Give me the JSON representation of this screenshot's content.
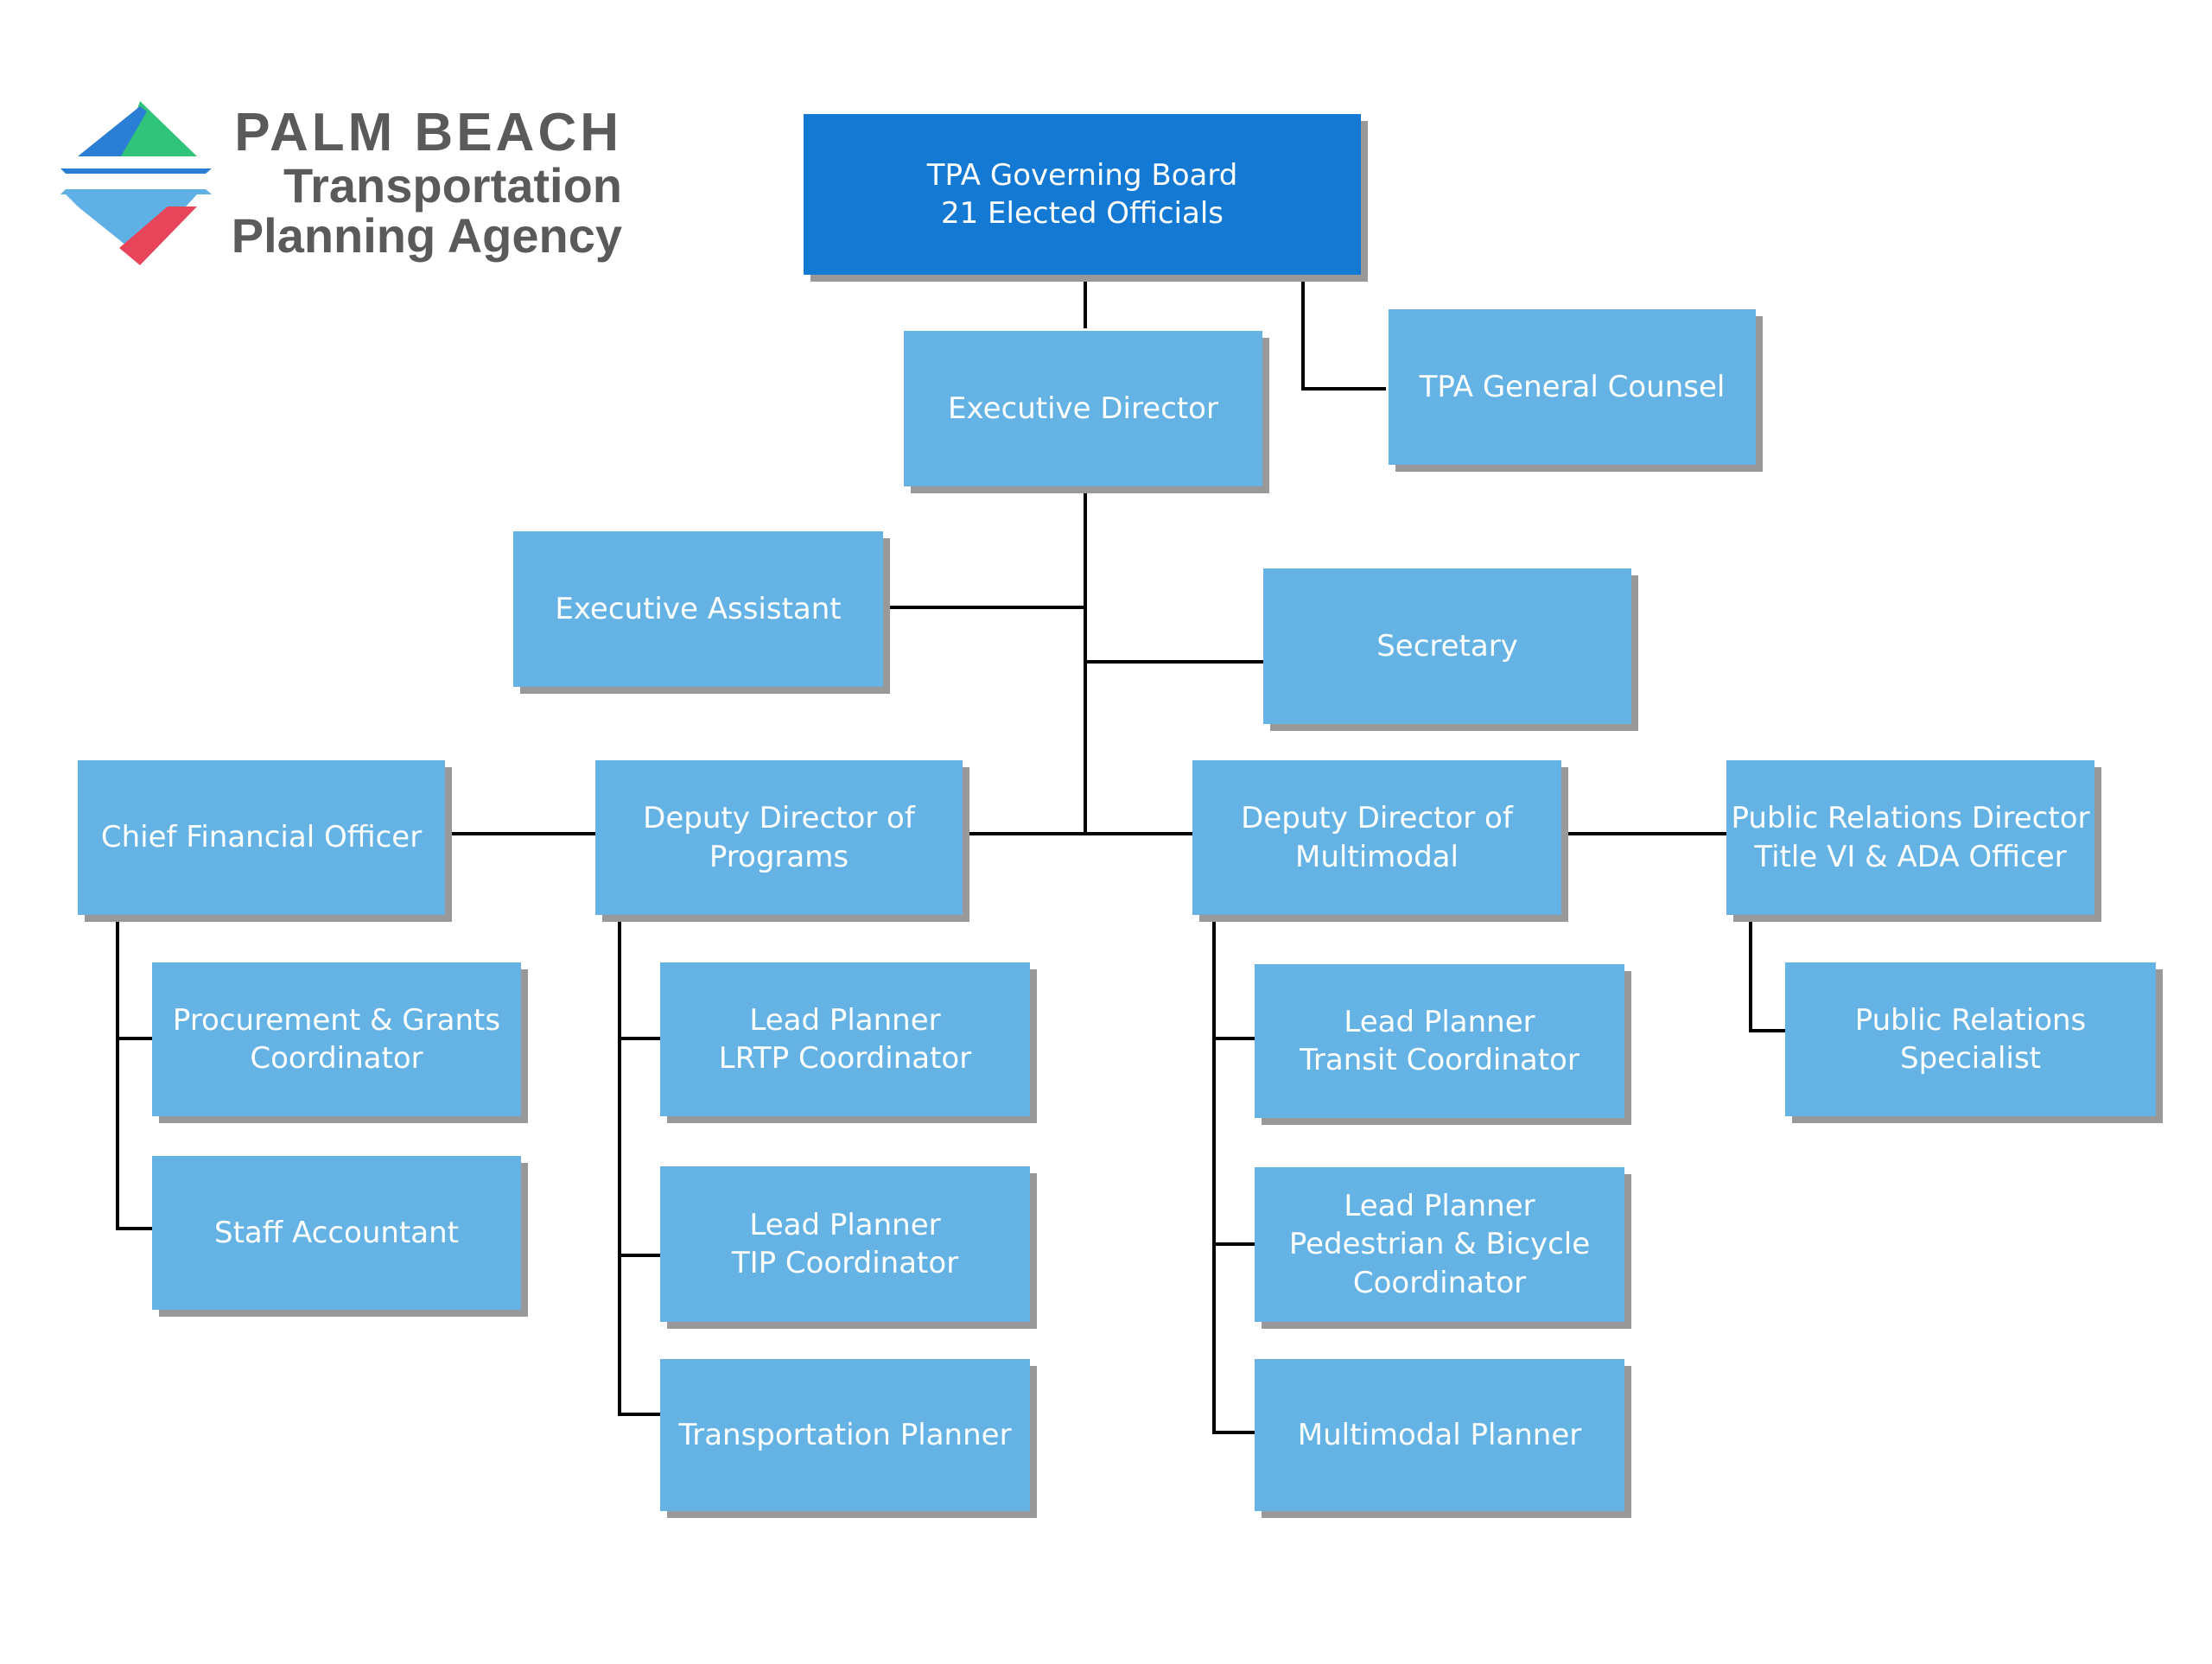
{
  "organization": {
    "logo_line1": "PALM BEACH",
    "logo_line2": "Transportation",
    "logo_line3": "Planning Agency"
  },
  "colors": {
    "top_box": "#1479d2",
    "box": "#64b3e4",
    "shadow": "#999999",
    "line": "#000000",
    "logo_green": "#2fc47a",
    "logo_blue_dark": "#2a7fd4",
    "logo_blue_light": "#5fb0e4",
    "logo_red": "#e8455a"
  },
  "nodes": {
    "governing_board": "TPA Governing Board\n21 Elected Officials",
    "executive_director": "Executive Director",
    "general_counsel": "TPA General Counsel",
    "executive_assistant": "Executive Assistant",
    "secretary": "Secretary",
    "cfo": "Chief Financial Officer",
    "deputy_programs": "Deputy Director of\nPrograms",
    "deputy_multimodal": "Deputy Director of\nMultimodal",
    "public_relations_director": "Public Relations Director\nTitle VI & ADA Officer",
    "procurement": "Procurement & Grants\nCoordinator",
    "staff_accountant": "Staff Accountant",
    "lead_lrtp": "Lead Planner\nLRTP Coordinator",
    "lead_tip": "Lead Planner\nTIP Coordinator",
    "transportation_planner": "Transportation Planner",
    "lead_transit": "Lead Planner\nTransit Coordinator",
    "lead_ped_bike": "Lead Planner\nPedestrian & Bicycle\nCoordinator",
    "multimodal_planner": "Multimodal Planner",
    "pr_specialist": "Public Relations Specialist"
  }
}
